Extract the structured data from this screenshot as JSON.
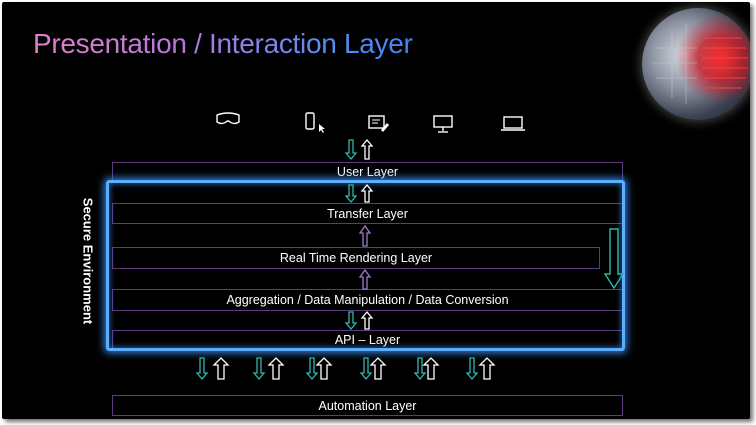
{
  "slide": {
    "title": "Presentation / Interaction Layer",
    "secure_label": "Secure Environment"
  },
  "devices": [
    {
      "icon": "vr-headset-icon"
    },
    {
      "icon": "mobile-touch-icon"
    },
    {
      "icon": "tablet-stylus-icon"
    },
    {
      "icon": "desktop-icon"
    },
    {
      "icon": "laptop-icon"
    }
  ],
  "layers": {
    "user": "User Layer",
    "transfer": "Transfer Layer",
    "rendering": "Real Time Rendering Layer",
    "aggregation": "Aggregation / Data Manipulation / Data Conversion",
    "api": "API – Layer",
    "automation": "Automation Layer"
  },
  "colors": {
    "down_arrow": "#2fb6b0",
    "up_arrow": "#ffffff",
    "layer_border": "#5c3c7e",
    "secure_border": "#5aaefc"
  }
}
